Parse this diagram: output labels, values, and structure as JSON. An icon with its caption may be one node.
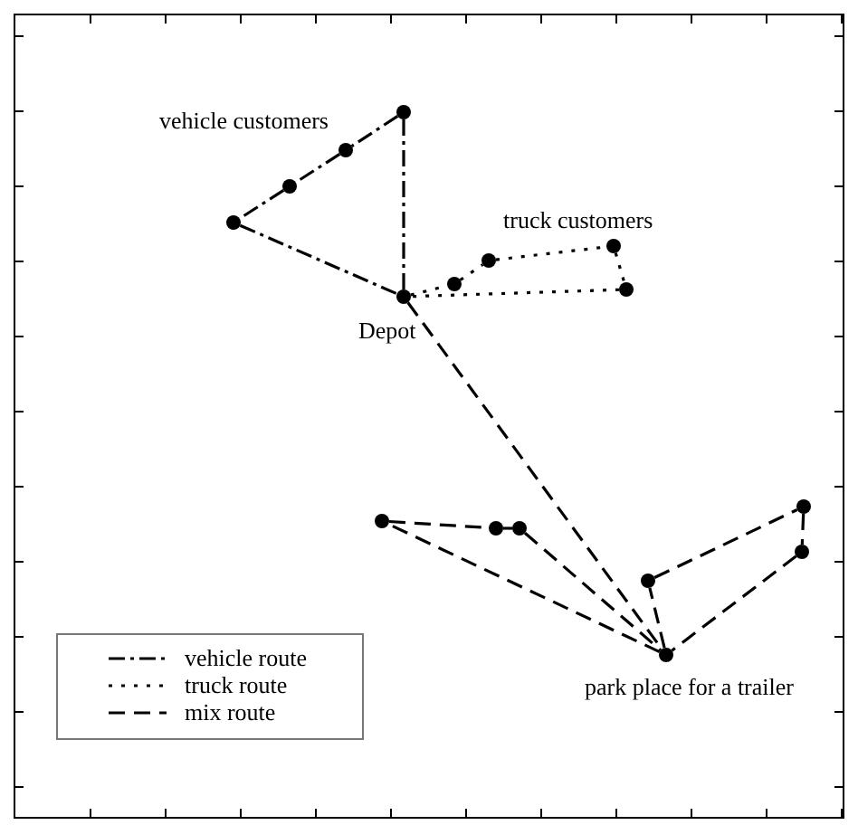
{
  "diagram": {
    "nodes": [
      {
        "text": [],
        "shape": "circle",
        "beside": [
          "Depot"
        ]
      },
      {
        "text": [],
        "shape": "circle",
        "beside": [
          "park place for a trailer"
        ]
      },
      {
        "text": [],
        "shape": "circle"
      },
      {
        "text": [],
        "shape": "circle"
      },
      {
        "text": [],
        "shape": "circle"
      },
      {
        "text": [],
        "shape": "circle"
      },
      {
        "text": [],
        "shape": "circle"
      },
      {
        "text": [],
        "shape": "circle"
      },
      {
        "text": [],
        "shape": "circle"
      },
      {
        "text": [],
        "shape": "circle"
      },
      {
        "text": [],
        "shape": "circle"
      },
      {
        "text": [],
        "shape": "circle"
      },
      {
        "text": [],
        "shape": "circle"
      },
      {
        "text": [],
        "shape": "circle"
      },
      {
        "text": [],
        "shape": "circle"
      },
      {
        "text": [],
        "shape": "circle"
      }
    ],
    "edges": [
      {
        "from": 0,
        "to": 2,
        "arrow": "none",
        "style": "dashed"
      },
      {
        "from": 2,
        "to": 3,
        "arrow": "none",
        "style": "dashed"
      },
      {
        "from": 3,
        "to": 4,
        "arrow": "none",
        "style": "dashed"
      },
      {
        "from": 4,
        "to": 5,
        "arrow": "none",
        "style": "dashed"
      },
      {
        "from": 5,
        "to": 0,
        "arrow": "none",
        "style": "dashed"
      },
      {
        "from": 0,
        "to": 6,
        "arrow": "none",
        "style": "dashed"
      },
      {
        "from": 6,
        "to": 7,
        "arrow": "none",
        "style": "dashed"
      },
      {
        "from": 7,
        "to": 8,
        "arrow": "none",
        "style": "dashed"
      },
      {
        "from": 8,
        "to": 9,
        "arrow": "none",
        "style": "dashed"
      },
      {
        "from": 9,
        "to": 0,
        "arrow": "none",
        "style": "dashed"
      },
      {
        "from": 0,
        "to": 1,
        "arrow": "none",
        "style": "dashed"
      },
      {
        "from": 1,
        "to": 10,
        "arrow": "none",
        "style": "dashed"
      },
      {
        "from": 10,
        "to": 11,
        "arrow": "none",
        "style": "dashed"
      },
      {
        "from": 11,
        "to": 12,
        "arrow": "none",
        "style": "dashed"
      },
      {
        "from": 12,
        "to": 1,
        "arrow": "none",
        "style": "dashed"
      },
      {
        "from": 1,
        "to": 13,
        "arrow": "none",
        "style": "dashed"
      },
      {
        "from": 13,
        "to": 14,
        "arrow": "none",
        "style": "dashed"
      },
      {
        "from": 14,
        "to": 15,
        "arrow": "none",
        "style": "dashed"
      },
      {
        "from": 15,
        "to": 1,
        "arrow": "none",
        "style": "dashed"
      }
    ],
    "labels": [
      "vehicle customers",
      "truck customers"
    ],
    "legend": [
      {
        "text": "vehicle route"
      },
      {
        "text": "truck route"
      },
      {
        "text": "mix route"
      }
    ]
  }
}
